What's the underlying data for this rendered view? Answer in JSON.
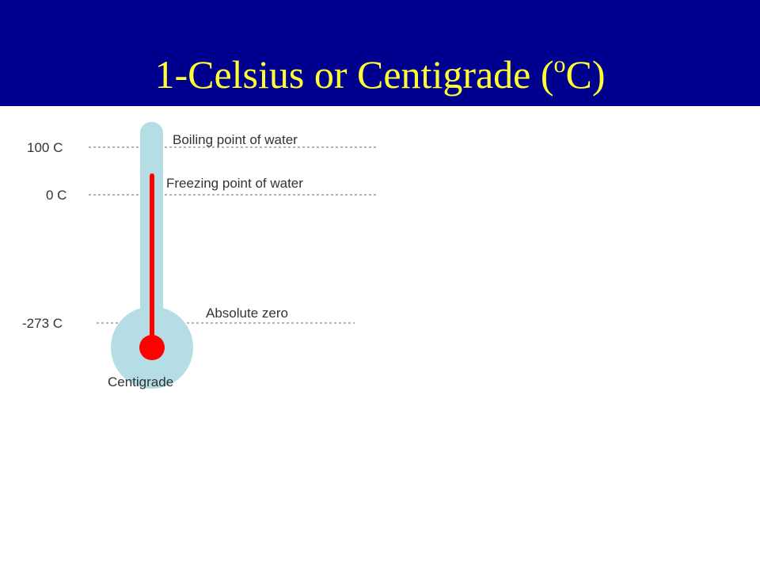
{
  "slide": {
    "title_prefix": "1-Celsius or Centigrade (",
    "title_sup": "o",
    "title_suffix": "C)"
  },
  "colors": {
    "title_bar": "#00008f",
    "title_text": "#ffff33",
    "tube": "#b5dde6",
    "mercury": "#ff0000"
  },
  "diagram": {
    "scale_name": "Centigrade",
    "markers": [
      {
        "value": 100,
        "scale_label": "100 C",
        "description": "Boiling point of water"
      },
      {
        "value": 0,
        "scale_label": "0 C",
        "description": "Freezing point of water"
      },
      {
        "value": -273,
        "scale_label": "-273 C",
        "description": "Absolute zero"
      }
    ]
  }
}
